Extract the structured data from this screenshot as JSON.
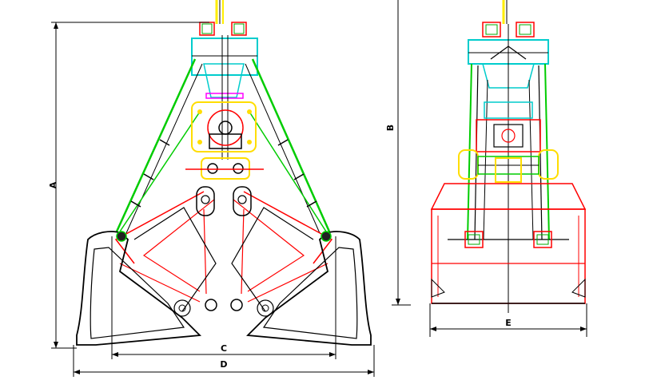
{
  "drawing": {
    "dimensions": {
      "a": "A",
      "b": "B",
      "c": "C",
      "d": "D",
      "e": "E"
    },
    "colors": {
      "outline": "#000000",
      "shell": "#ff0000",
      "arm": "#00cc00",
      "head": "#00cccc",
      "hub": "#ffdd00",
      "accent": "#ff00ff",
      "rope": "#ffee00"
    }
  }
}
